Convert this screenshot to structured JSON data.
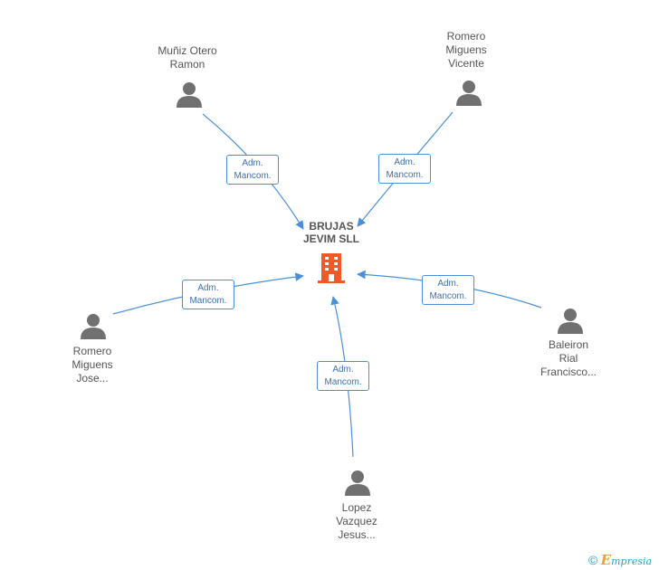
{
  "company": {
    "name_lines": [
      "BRUJAS",
      "JEVIM SLL"
    ],
    "icon": "building-icon",
    "color": "#f05a28"
  },
  "people": [
    {
      "id": "munoz",
      "label_lines": [
        "Muñiz Otero",
        "Ramon"
      ],
      "role_lines": [
        "Adm.",
        "Mancom."
      ]
    },
    {
      "id": "romero-vicente",
      "label_lines": [
        "Romero",
        "Miguens",
        "Vicente"
      ],
      "role_lines": [
        "Adm.",
        "Mancom."
      ]
    },
    {
      "id": "romero-jose",
      "label_lines": [
        "Romero",
        "Miguens",
        "Jose..."
      ],
      "role_lines": [
        "Adm.",
        "Mancom."
      ]
    },
    {
      "id": "baleiron",
      "label_lines": [
        "Baleiron",
        "Rial",
        "Francisco..."
      ],
      "role_lines": [
        "Adm.",
        "Mancom."
      ]
    },
    {
      "id": "lopez",
      "label_lines": [
        "Lopez",
        "Vazquez",
        "Jesus..."
      ],
      "role_lines": [
        "Adm.",
        "Mancom."
      ]
    }
  ],
  "colors": {
    "edge": "#4a90d9",
    "person_icon": "#707070",
    "text": "#555555"
  },
  "footer": {
    "copyright": "©",
    "brand_initial": "E",
    "brand_rest": "mpresia"
  }
}
